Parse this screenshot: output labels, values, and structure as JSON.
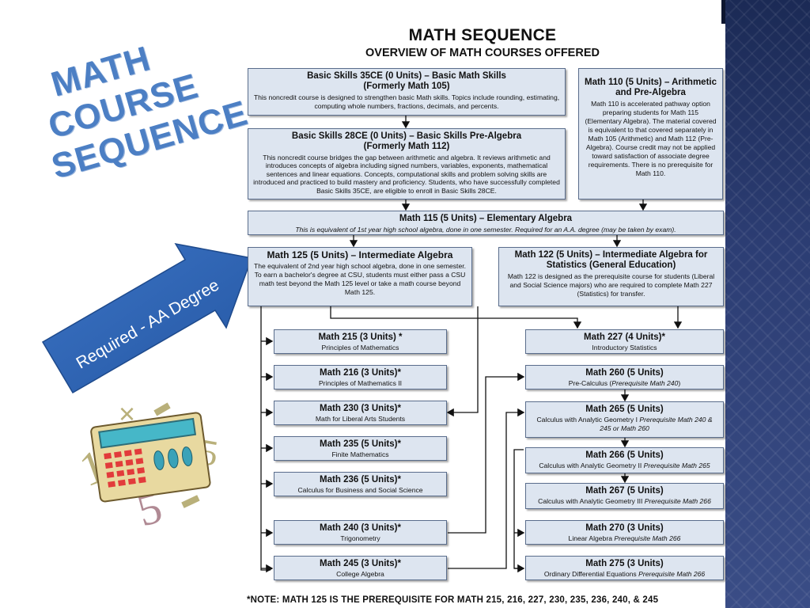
{
  "slide": {
    "title_lines": [
      "MATH",
      "COURSE",
      "SEQUENCE"
    ],
    "arrow_label": "Required - AA Degree"
  },
  "document": {
    "title": "MATH SEQUENCE",
    "subtitle": "OVERVIEW OF MATH COURSES OFFERED",
    "note": "*NOTE: MATH 125 IS THE PREREQUISITE FOR MATH 215, 216, 227, 230, 235, 236, 240, & 245"
  },
  "courses": {
    "bs35": {
      "title": "Basic Skills 35CE (0 Units) – Basic Math Skills",
      "subtitle": "(Formerly Math 105)",
      "desc": "This noncredit course is designed to strengthen basic Math skills. Topics include rounding, estimating, computing whole numbers, fractions, decimals, and percents."
    },
    "bs28": {
      "title": "Basic Skills 28CE (0 Units) – Basic Skills Pre-Algebra",
      "subtitle": "(Formerly Math 112)",
      "desc": "This noncredit course bridges the gap between arithmetic and algebra. It reviews arithmetic and introduces concepts of algebra including signed numbers, variables, exponents, mathematical sentences and linear equations. Concepts, computational skills and problem solving skills are introduced and practiced to build mastery and proficiency. Students, who have successfully completed Basic Skills 35CE, are eligible to enroll in Basic Skills 28CE."
    },
    "m110": {
      "title": "Math 110 (5 Units) – Arithmetic and Pre-Algebra",
      "desc": "Math 110 is accelerated pathway option preparing students for Math 115 (Elementary Algebra). The material covered is equivalent to that covered separately in Math 105 (Arithmetic) and Math 112 (Pre-Algebra). Course credit may not be applied toward satisfaction of associate degree requirements. There is no prerequisite for Math 110."
    },
    "m115": {
      "title": "Math 115 (5 Units) – Elementary Algebra",
      "desc": "This is equivalent of 1st year high school algebra, done in one semester. Required for an A.A. degree (may be taken by exam)."
    },
    "m125": {
      "title": "Math 125 (5 Units) – Intermediate Algebra",
      "desc": "The equivalent of 2nd year high school algebra, done in one semester. To earn a bachelor's degree at CSU, students must either pass a CSU math test beyond the Math 125 level or take a math course beyond Math 125."
    },
    "m122": {
      "title": "Math 122 (5 Units) – Intermediate Algebra for Statistics (General Education)",
      "desc": "Math 122 is designed as the prerequisite course for students (Liberal and Social Science majors) who are required to complete Math 227 (Statistics) for transfer."
    },
    "m215": {
      "title": "Math 215 (3 Units) *",
      "desc": "Principles of Mathematics"
    },
    "m216": {
      "title": "Math 216 (3 Units)*",
      "desc": "Principles of Mathematics II"
    },
    "m230": {
      "title": "Math 230 (3 Units)*",
      "desc": "Math for Liberal Arts Students"
    },
    "m235": {
      "title": "Math 235 (5 Units)*",
      "desc": "Finite Mathematics"
    },
    "m236": {
      "title": "Math 236 (5 Units)*",
      "desc": "Calculus for Business and Social Science"
    },
    "m240": {
      "title": "Math 240 (3 Units)*",
      "desc": "Trigonometry"
    },
    "m245": {
      "title": "Math 245 (3 Units)*",
      "desc": "College Algebra"
    },
    "m227": {
      "title": "Math 227 (4 Units)*",
      "desc": "Introductory Statistics"
    },
    "m260": {
      "title": "Math 260 (5 Units)",
      "desc": "Pre-Calculus (",
      "prereq": "Prerequisite Math 240",
      "desc_end": ")"
    },
    "m265": {
      "title": "Math 265 (5 Units)",
      "desc": "Calculus with Analytic Geometry I ",
      "prereq": "Prerequisite Math 240 & 245 or Math 260"
    },
    "m266": {
      "title": "Math 266 (5 Units)",
      "desc": "Calculus with Analytic Geometry II ",
      "prereq": "Prerequisite Math 265"
    },
    "m267": {
      "title": "Math 267 (5 Units)",
      "desc": "Calculus with Analytic Geometry III ",
      "prereq": "Prerequisite Math 266"
    },
    "m270": {
      "title": "Math 270 (3 Units)",
      "desc": "Linear Algebra ",
      "prereq": "Prerequisite Math 266"
    },
    "m275": {
      "title": "Math 275 (3 Units)",
      "desc": "Ordinary Differential Equations ",
      "prereq": "Prerequisite Math 266"
    }
  }
}
